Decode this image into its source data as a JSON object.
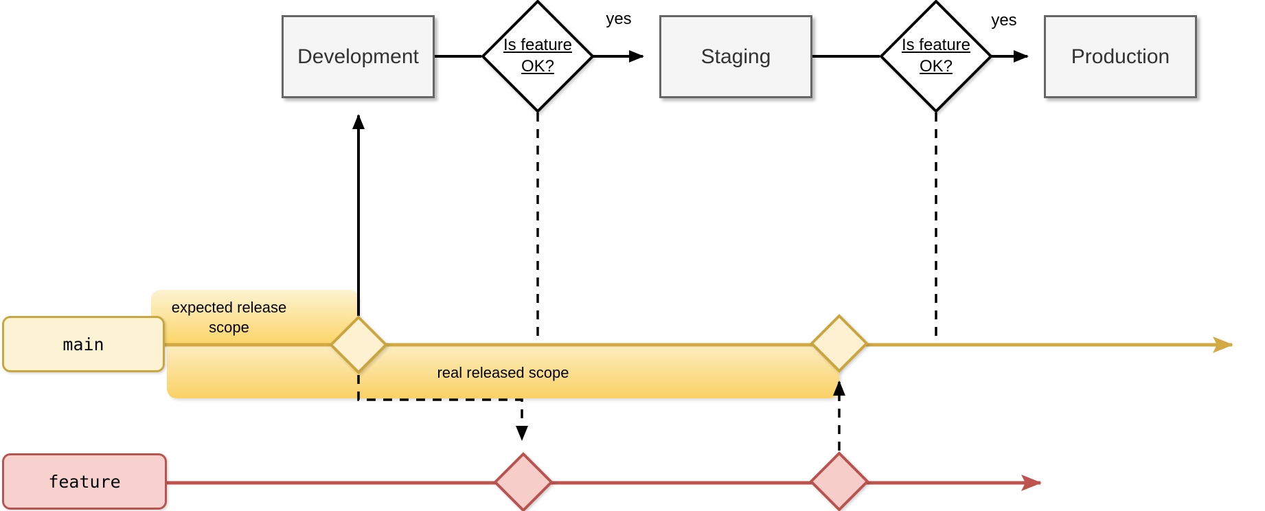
{
  "diagram": {
    "pipeline": {
      "stages": [
        {
          "label": "Development"
        },
        {
          "label": "Staging"
        },
        {
          "label": "Production"
        }
      ],
      "decisions": [
        {
          "lines": [
            "Is feature",
            "OK?"
          ]
        },
        {
          "lines": [
            "Is feature",
            "OK?"
          ]
        }
      ],
      "edge_labels": [
        {
          "label": "yes"
        },
        {
          "label": "yes"
        }
      ]
    },
    "branches": [
      {
        "name": "main",
        "line_color": "#d2a942",
        "box_fill": "#fcf2d4",
        "box_border": "#c9a63f",
        "diamond_fill": "#fdf1d2"
      },
      {
        "name": "feature",
        "line_color": "#bf544f",
        "box_fill": "#f7d1ce",
        "box_border": "#b85450",
        "diamond_fill": "#f6cdc9"
      }
    ],
    "scopes": [
      {
        "label": "expected release scope"
      },
      {
        "label": "real released scope"
      }
    ],
    "colors": {
      "stage_fill": "#f5f5f5",
      "stage_border": "#666666",
      "stage_text": "#333333",
      "decision_stroke": "#000000",
      "connector": "#000000",
      "scope_gradient_top": "#fdf3d2",
      "scope_gradient_bottom": "#fbd567"
    }
  }
}
